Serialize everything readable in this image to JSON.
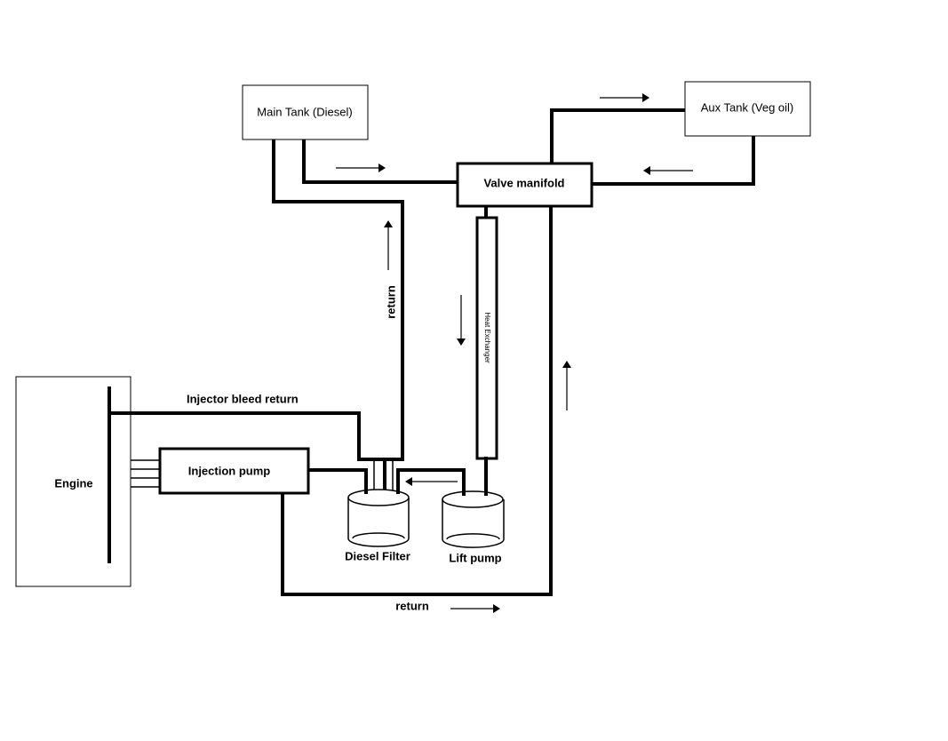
{
  "components": {
    "main_tank": "Main Tank (Diesel)",
    "aux_tank": "Aux Tank (Veg oil)",
    "valve_manifold": "Valve manifold",
    "heat_exchanger": "Heat Exchanger",
    "engine": "Engine",
    "injection_pump": "Injection pump",
    "diesel_filter": "Diesel Filter",
    "lift_pump": "Lift pump"
  },
  "flow_labels": {
    "injector_bleed_return": "Injector bleed return",
    "return_vertical": "return",
    "return_bottom": "return"
  }
}
